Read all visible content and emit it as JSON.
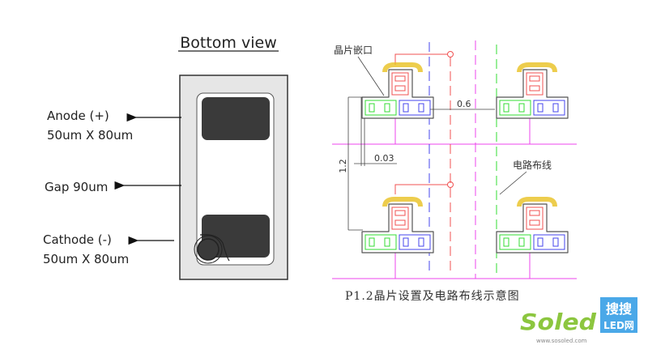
{
  "left_diagram": {
    "title": "Bottom view",
    "labels": {
      "anode": "Anode (+)",
      "anode_size": "50um X 80um",
      "gap": "Gap 90um",
      "cathode": "Cathode (-)",
      "cathode_size": "50um X 80um"
    }
  },
  "right_diagram": {
    "label_chip_slot": "晶片嵌口",
    "label_wiring": "电路布线",
    "dim_spacing": "0.6",
    "dim_height": "1.2",
    "dim_offset": "0.03",
    "caption": "P1.2晶片设置及电路布线示意图"
  },
  "watermark": {
    "brand": "Soled",
    "badge_top": "搜搜",
    "badge_bottom": "LED网",
    "url": "www.sosoled.com"
  },
  "colors": {
    "red": "#f05050",
    "green": "#33dd33",
    "blue": "#4444ee",
    "magenta": "#ee44ee",
    "gold": "#e8c020"
  }
}
